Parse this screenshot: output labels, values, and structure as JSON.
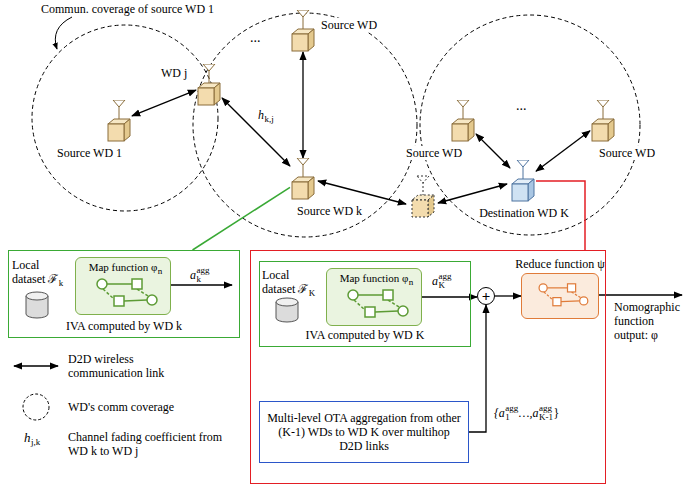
{
  "diagram": {
    "nodes": [
      {
        "text": [
          "Source WD 1"
        ]
      },
      {
        "text": [
          "WD j"
        ]
      },
      {
        "text": [
          "Source WD"
        ]
      },
      {
        "text": [
          "Source WD k"
        ]
      },
      {
        "text": [
          "Source WD"
        ]
      },
      {
        "text": [
          "Source WD"
        ]
      },
      {
        "text": [
          "Destination WD K"
        ]
      },
      {
        "text": [
          "IVA computed by WD k"
        ]
      },
      {
        "text": [
          "Map function φ"
        ],
        "in": 7
      },
      {},
      {
        "text": [
          "IVA computed by WD K"
        ],
        "in": 9
      },
      {
        "text": [
          "Map function φ"
        ],
        "in": 10
      },
      {
        "text": [
          "+"
        ],
        "in": 9
      },
      {
        "text": [
          "Reduce function ψ"
        ],
        "in": 9
      },
      {
        "text": [
          "Multi-level OTA aggregation from other (K-1) WDs to WD K over multihop D2D links"
        ],
        "in": 9
      }
    ],
    "edges": [
      {
        "from": 0,
        "to": 1,
        "arrow": "both"
      },
      {
        "from": 1,
        "to": 3,
        "arrow": "both"
      },
      {
        "from": 2,
        "to": 3,
        "arrow": "both"
      },
      {
        "from": 4,
        "to": 6,
        "arrow": "both"
      },
      {
        "from": 5,
        "to": 6,
        "arrow": "both"
      },
      {
        "from": 3,
        "to": 7,
        "arrow": "none"
      },
      {
        "from": 6,
        "to": 9,
        "arrow": "none"
      },
      {
        "from": 11,
        "to": 12,
        "arrow": "to"
      },
      {
        "from": 14,
        "to": 12,
        "arrow": "to"
      },
      {
        "from": 12,
        "to": 13,
        "arrow": "to"
      }
    ],
    "labels": [
      "Commun. coverage of source WD 1",
      "...",
      "...",
      "h",
      "k,j",
      "Local dataset ℱ",
      "k",
      "n",
      "a",
      "k",
      "agg",
      "Local dataset ℱ",
      "K",
      "n",
      "a",
      "K",
      "agg",
      "{a",
      "1",
      "agg",
      "…,a",
      "K-1",
      "agg",
      "}",
      "Nomographic function output: φ",
      "h",
      "j,k"
    ],
    "legend": [
      {
        "text": "D2D wireless communication link"
      },
      {
        "text": "WD's comm coverage"
      },
      {
        "text": "Channel fading coefficient from WD k to WD j"
      }
    ]
  }
}
